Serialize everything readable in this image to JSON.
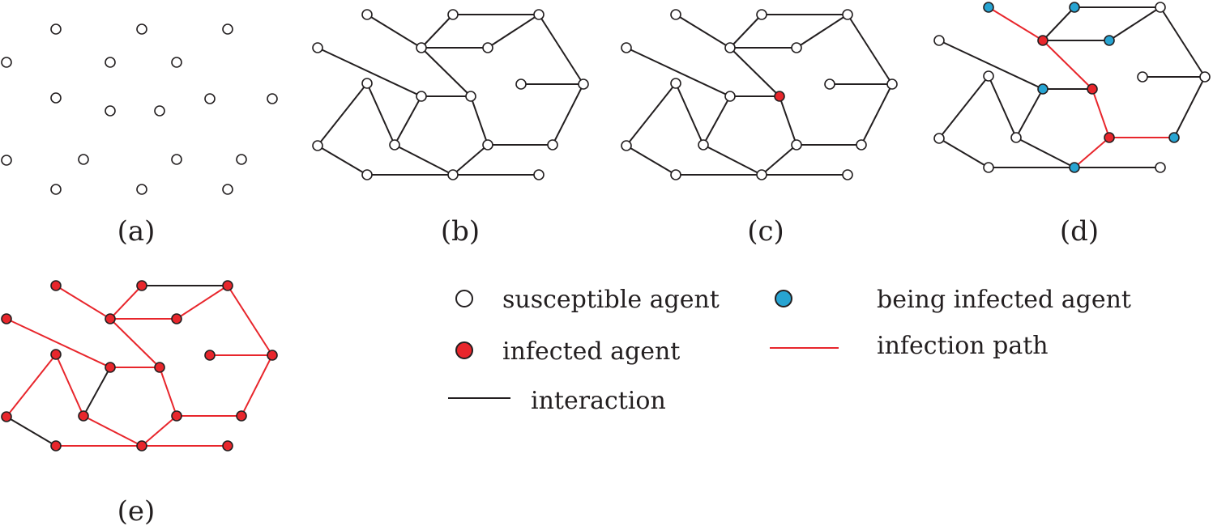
{
  "colors": {
    "edge": "#231f20",
    "path": "#e8262c",
    "susceptible_fill": "#ffffff",
    "infected_fill": "#e8262c",
    "infecting_fill": "#27a4d2",
    "outline": "#231f20"
  },
  "panels": [
    {
      "id": "a",
      "label": "(a)"
    },
    {
      "id": "b",
      "label": "(b)"
    },
    {
      "id": "c",
      "label": "(c)"
    },
    {
      "id": "d",
      "label": "(d)"
    },
    {
      "id": "e",
      "label": "(e)"
    }
  ],
  "legend": {
    "susceptible": "susceptible agent",
    "infected": "infected agent",
    "interaction": "interaction",
    "infecting": "being infected agent",
    "path": "infection path"
  }
}
